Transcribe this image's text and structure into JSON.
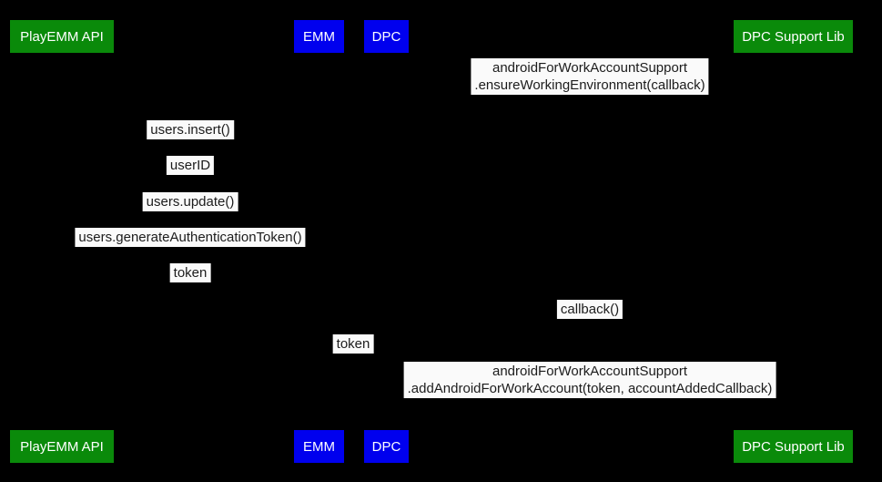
{
  "diagram": {
    "type": "sequence-diagram",
    "background_color": "#000000",
    "label_background_color": "#fafafa",
    "label_text_color": "#1c1c1c",
    "participant_colors": {
      "playemm_api": "#0a8a0a",
      "emm": "#0000ee",
      "dpc": "#0000ee",
      "dpc_support_lib": "#0a8a0a"
    },
    "participants": [
      {
        "label": "PlayEMM API"
      },
      {
        "label": "EMM"
      },
      {
        "label": "DPC"
      },
      {
        "label": "DPC Support Lib"
      }
    ],
    "messages": [
      {
        "lines": [
          "androidForWorkAccountSupport",
          ".ensureWorkingEnvironment(callback)"
        ]
      },
      {
        "lines": [
          "users.insert()"
        ]
      },
      {
        "lines": [
          "userID"
        ]
      },
      {
        "lines": [
          "users.update()"
        ]
      },
      {
        "lines": [
          "users.generateAuthenticationToken()"
        ]
      },
      {
        "lines": [
          "token"
        ]
      },
      {
        "lines": [
          "callback()"
        ]
      },
      {
        "lines": [
          "token"
        ]
      },
      {
        "lines": [
          "androidForWorkAccountSupport",
          ".addAndroidForWorkAccount(token, accountAddedCallback)"
        ]
      }
    ]
  }
}
